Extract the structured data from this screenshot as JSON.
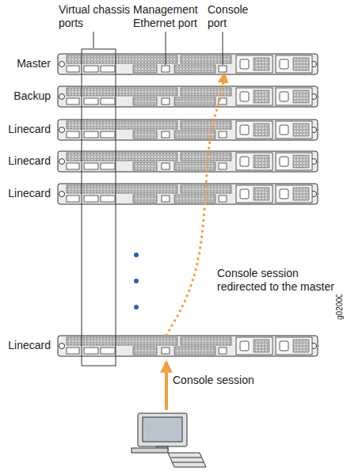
{
  "diagram": {
    "nodes": [
      {
        "text": [
          "Master"
        ]
      },
      {
        "text": [
          "Backup"
        ]
      },
      {
        "text": [
          "Linecard"
        ]
      },
      {
        "text": [
          "Linecard"
        ]
      },
      {
        "text": [
          "Linecard"
        ]
      },
      {
        "text": [
          "Linecard"
        ]
      }
    ],
    "edges": [
      {
        "from": 5,
        "to": 0,
        "arrow": "to",
        "label": "Console session redirected to the master"
      }
    ],
    "labels": [
      "Virtual chassis ports",
      "Management Ethernet port",
      "Console port",
      "Console session",
      "g020006"
    ]
  }
}
